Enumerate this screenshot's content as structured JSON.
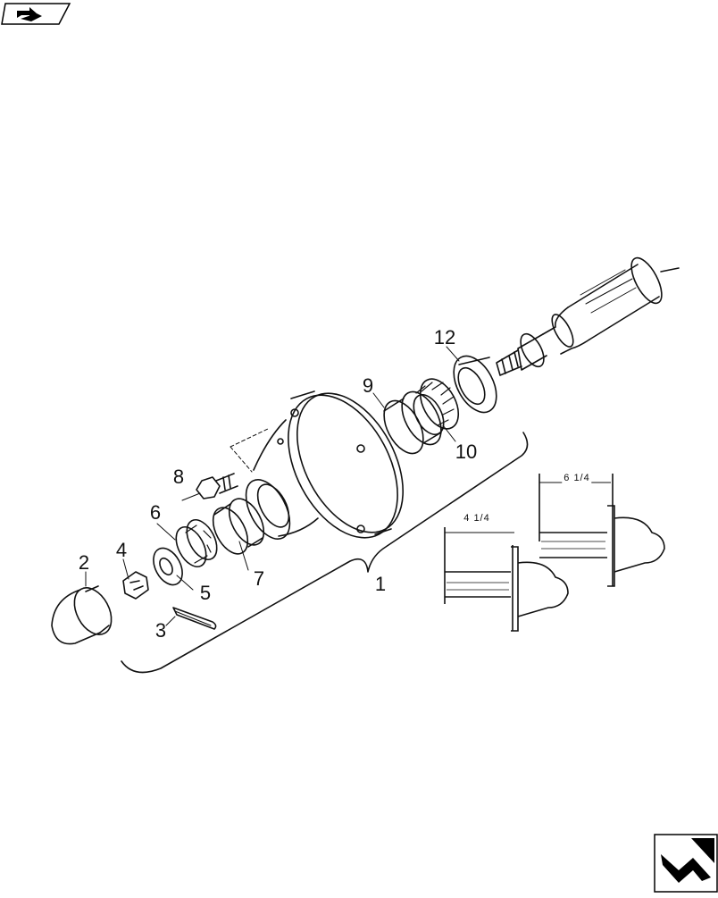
{
  "navigation": {
    "prev_icon": "back-arrow-icon",
    "next_icon": "forward-arrow-icon"
  },
  "diagram": {
    "callouts": {
      "c1": "1",
      "c2": "2",
      "c3": "3",
      "c4": "4",
      "c5": "5",
      "c6": "6",
      "c7": "7",
      "c8": "8",
      "c9": "9",
      "c10": "10",
      "c12": "12"
    },
    "dimensions": {
      "left_spindle": "4 1/4",
      "right_spindle": "6 1/4"
    }
  }
}
